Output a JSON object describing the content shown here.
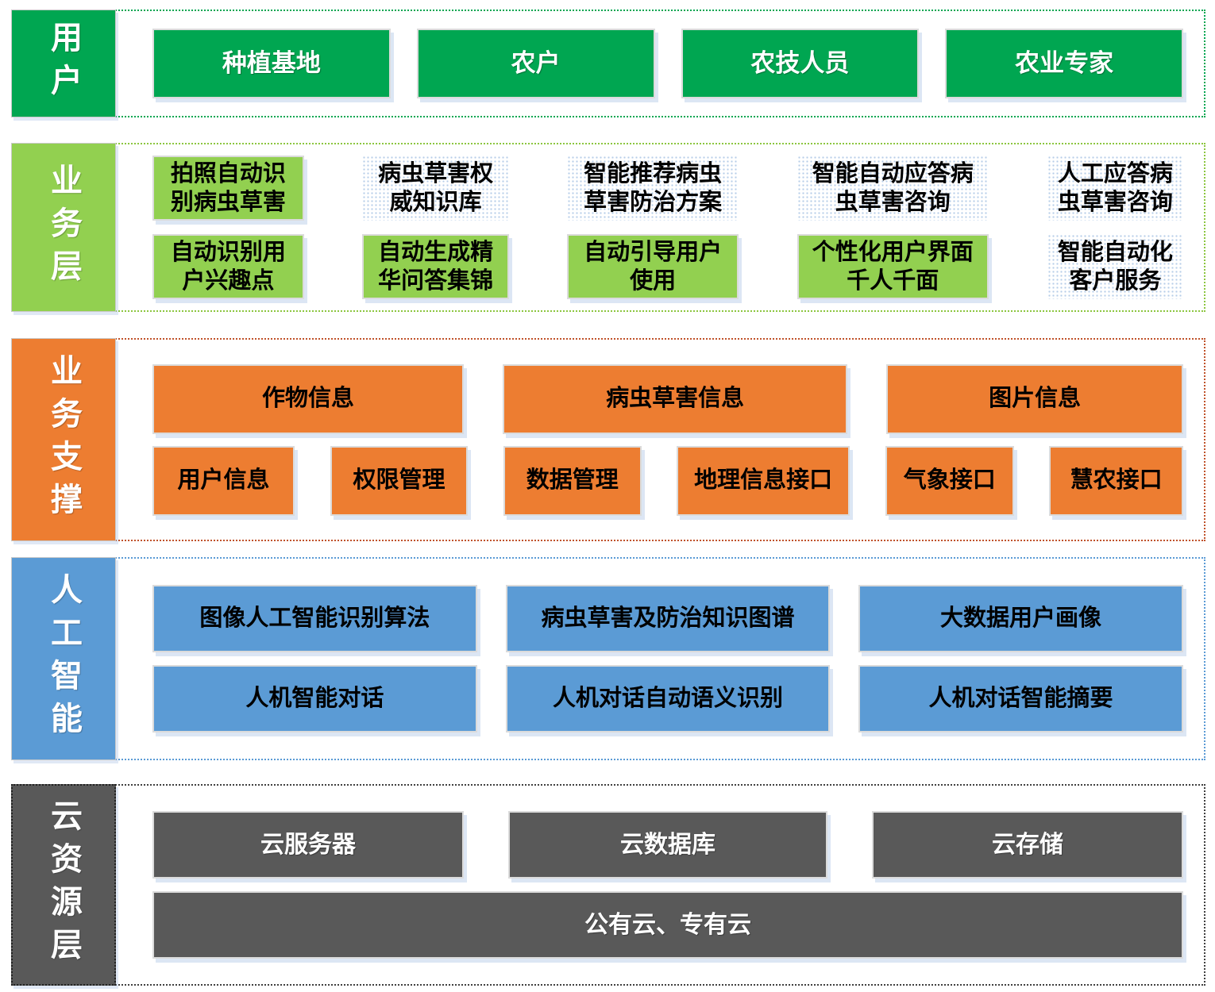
{
  "palette": {
    "green": "#00A651",
    "light_green": "#92D050",
    "orange": "#ED7D31",
    "blue": "#5B9BD5",
    "dark_gray": "#595959",
    "border_users": "#00A651",
    "border_business": "#8CC63F",
    "border_support": "#C0522A",
    "border_ai": "#5B9BD5",
    "border_cloud": "#404040"
  },
  "layers": {
    "users": {
      "label": "用户",
      "boxes": [
        "种植基地",
        "农户",
        "农技人员",
        "农业专家"
      ]
    },
    "business": {
      "label": "业务层",
      "row1": [
        "拍照自动识\n别病虫草害",
        "病虫草害权\n威知识库",
        "智能推荐病虫\n草害防治方案",
        "智能自动应答病\n虫草害咨询",
        "人工应答病\n虫草害咨询"
      ],
      "row2": [
        "自动识别用\n户兴趣点",
        "自动生成精\n华问答集锦",
        "自动引导用户\n使用",
        "个性化用户界面\n千人千面",
        "智能自动化\n客户服务"
      ]
    },
    "support": {
      "label": "业务支撑",
      "row1": [
        "作物信息",
        "病虫草害信息",
        "图片信息"
      ],
      "row2": [
        "用户信息",
        "权限管理",
        "数据管理",
        "地理信息接口",
        "气象接口",
        "慧农接口"
      ]
    },
    "ai": {
      "label": "人工智能",
      "row1": [
        "图像人工智能识别算法",
        "病虫草害及防治知识图谱",
        "大数据用户画像"
      ],
      "row2": [
        "人机智能对话",
        "人机对话自动语义识别",
        "人机对话智能摘要"
      ]
    },
    "cloud": {
      "label": "云资源层",
      "row1": [
        "云服务器",
        "云数据库",
        "云存储"
      ],
      "row2": [
        "公有云、专有云"
      ]
    }
  }
}
